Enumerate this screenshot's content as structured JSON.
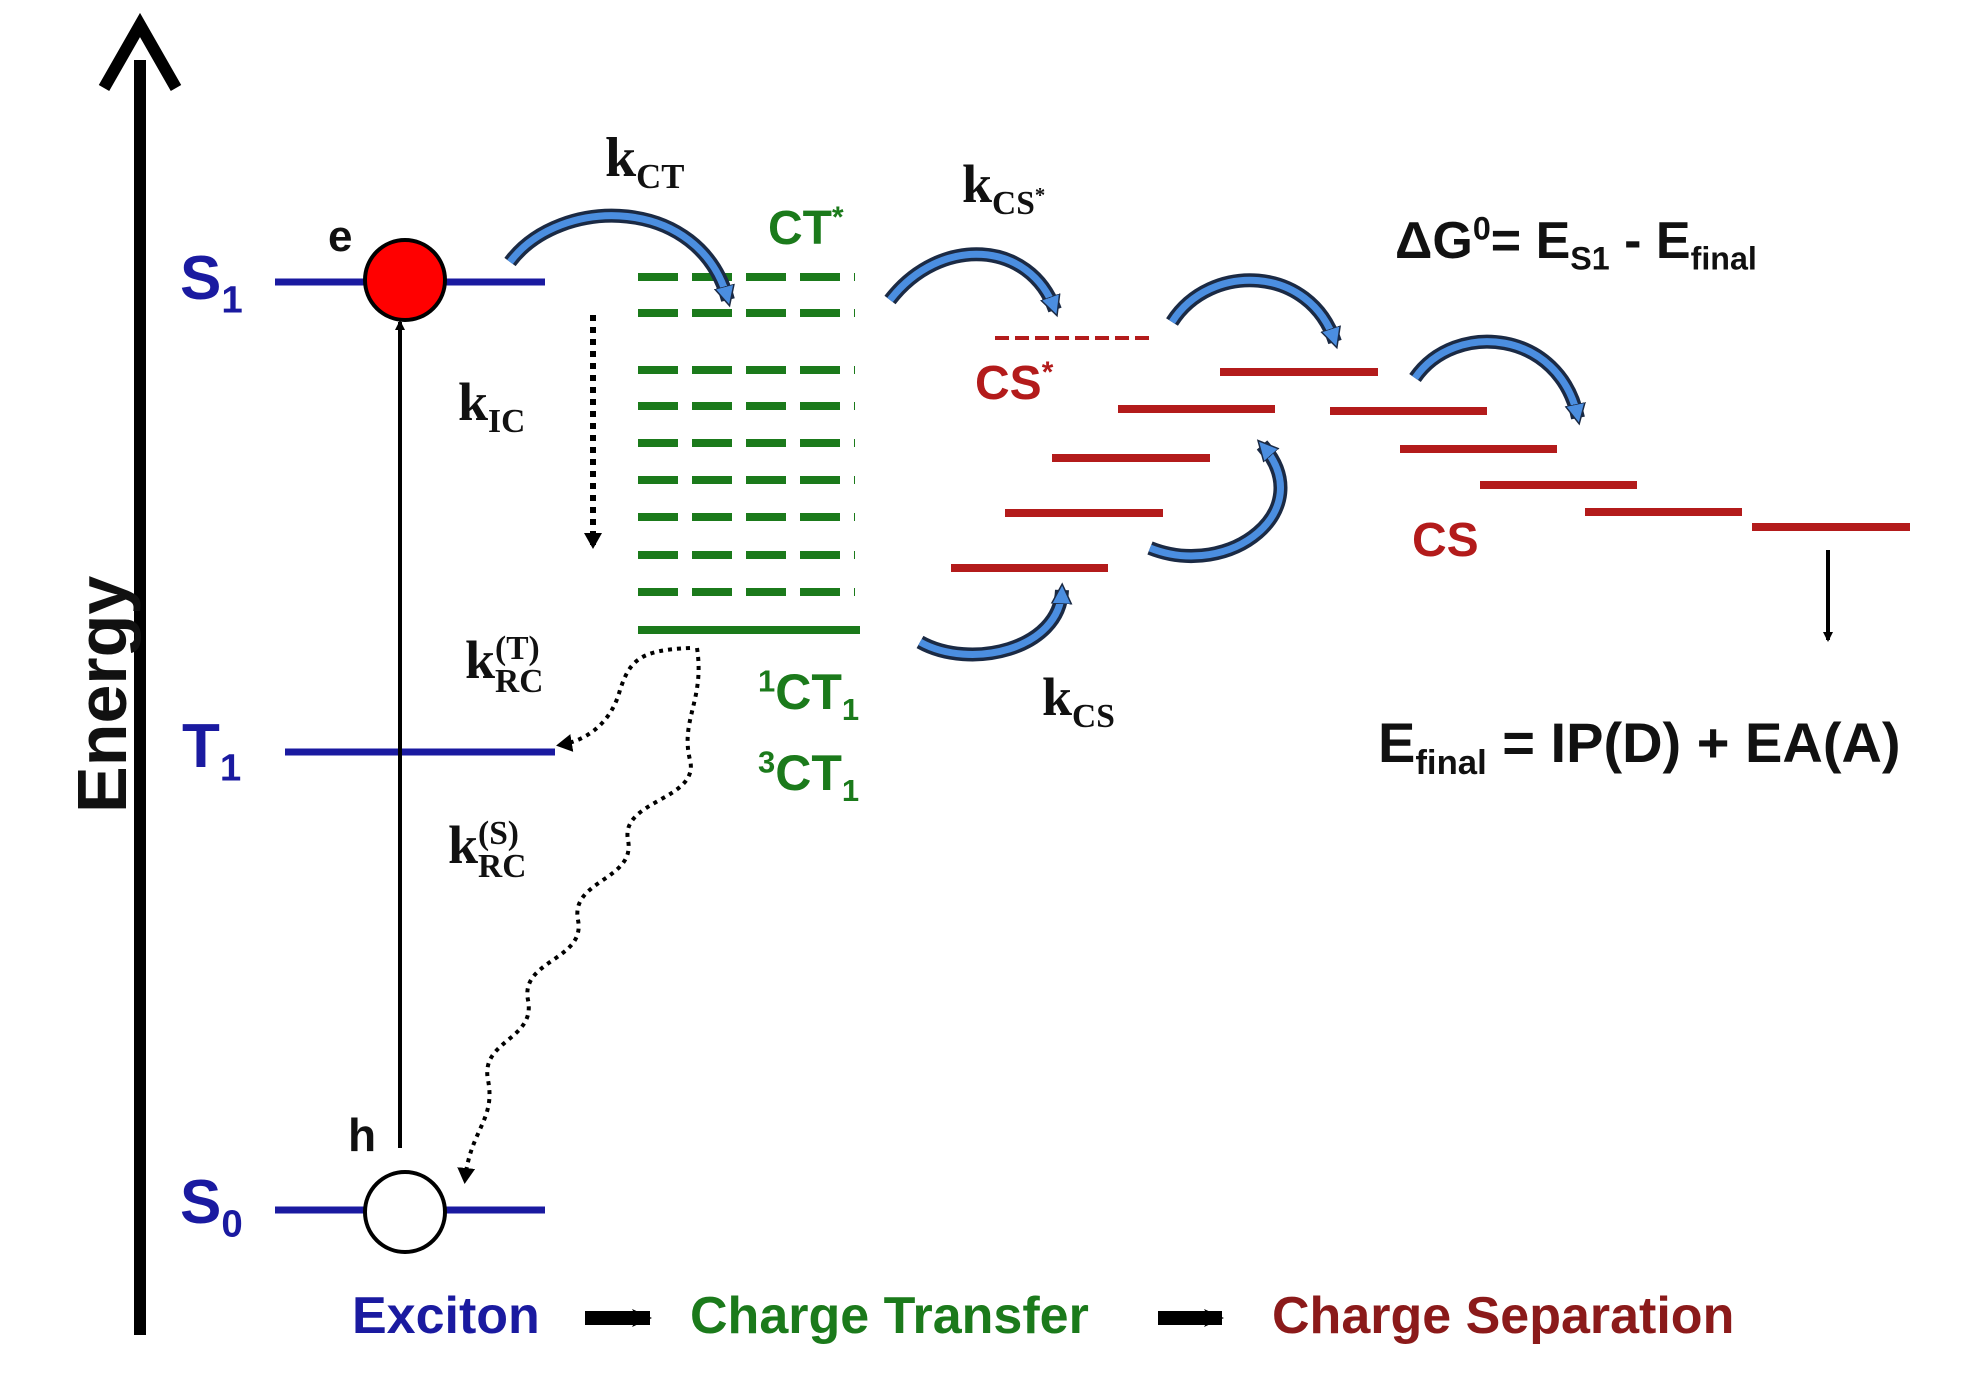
{
  "axis": {
    "label": "Energy"
  },
  "states": {
    "s1": {
      "main": "S",
      "sub": "1"
    },
    "t1": {
      "main": "T",
      "sub": "1"
    },
    "s0": {
      "main": "S",
      "sub": "0"
    },
    "electron": "e",
    "hole": "h"
  },
  "ct_labels": {
    "ct_star": {
      "main": "CT",
      "sup": "*"
    },
    "ct1_singlet": {
      "pre": "1",
      "main": "CT",
      "sub": "1"
    },
    "ct1_triplet": {
      "pre": "3",
      "main": "CT",
      "sub": "1"
    }
  },
  "cs_labels": {
    "cs_star": {
      "main": "CS",
      "sup": "*"
    },
    "cs": "CS"
  },
  "rates": {
    "k_ct": {
      "main": "k",
      "sub": "CT"
    },
    "k_ic": {
      "main": "k",
      "sub": "IC"
    },
    "k_cs_star": {
      "main": "k",
      "sub": "CS",
      "sup": "*"
    },
    "k_cs": {
      "main": "k",
      "sub": "CS"
    },
    "k_rc_t": {
      "main": "k",
      "sup": "(T)",
      "sub": "RC"
    },
    "k_rc_s": {
      "main": "k",
      "sup": "(S)",
      "sub": "RC"
    }
  },
  "equations": {
    "delta_g": {
      "lhs": "ΔG",
      "lhs_sup": "0",
      "eq": "= E",
      "e_sub": "S1",
      "minus": " -  E",
      "final_sub": "final"
    },
    "e_final": {
      "lhs": "E",
      "lhs_sub": "final",
      "rhs": " = IP(D) + EA(A)"
    }
  },
  "bottom": {
    "exciton": "Exciton",
    "charge_transfer": "Charge Transfer",
    "charge_separation": "Charge Separation"
  },
  "colors": {
    "exciton_blue": "#1a1aa0",
    "ct_green": "#1b7a1b",
    "cs_red": "#b31b1b",
    "bottom_red": "#8b1a1a",
    "electron_fill": "#ff0000",
    "arrow_blue": "#3a7bd5"
  }
}
